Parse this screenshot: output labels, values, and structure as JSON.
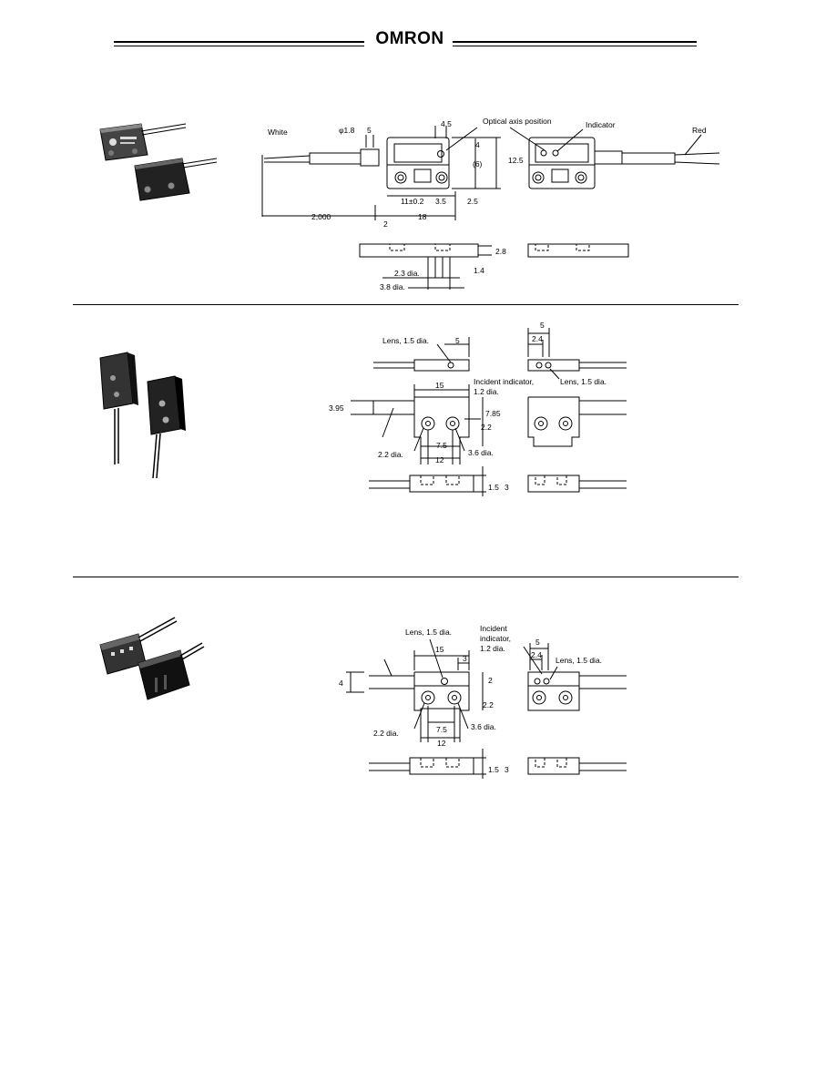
{
  "header": {
    "logo": "OMRON"
  },
  "section1": {
    "labels": {
      "white": "White",
      "phi18": "φ1.8",
      "five": "5",
      "d45": "4.5",
      "optical": "Optical axis position",
      "indicator": "Indicator",
      "red": "Red",
      "d4": "4",
      "d6": "(6)",
      "d125": "12.5",
      "d11": "11±0.2",
      "d35": "3.5",
      "d25": "2.5",
      "d2000": "2,000",
      "d2": "2",
      "d18": "18",
      "d28": "2.8",
      "dia23": "2.3 dia.",
      "d14": "1.4",
      "dia38": "3.8 dia."
    }
  },
  "section2": {
    "labels": {
      "lens": "Lens, 1.5 dia.",
      "five": "5",
      "fiveR": "5",
      "d24": "2.4",
      "incident": "Incident indicator,",
      "incident2": "1.2 dia.",
      "lensR": "Lens, 1.5 dia.",
      "d15": "15",
      "d395": "3.95",
      "d785": "7.85",
      "d22": "2.2",
      "dia22": "2.2 dia.",
      "d75": "7.5",
      "dia36": "3.6 dia.",
      "d12": "12",
      "d15b": "1.5",
      "d3": "3"
    }
  },
  "section3": {
    "labels": {
      "lens": "Lens, 1.5 dia.",
      "incident": "Incident",
      "incident2": "indicator,",
      "incident3": "1.2 dia.",
      "d15": "15",
      "five": "5",
      "d3": "3",
      "d24": "2.4",
      "lensR": "Lens, 1.5 dia.",
      "d4": "4",
      "d2": "2",
      "d22": "2.2",
      "dia22": "2.2 dia.",
      "d75": "7.5",
      "dia36": "3.6 dia.",
      "d12": "12",
      "d15b": "1.5",
      "d3b": "3"
    }
  }
}
